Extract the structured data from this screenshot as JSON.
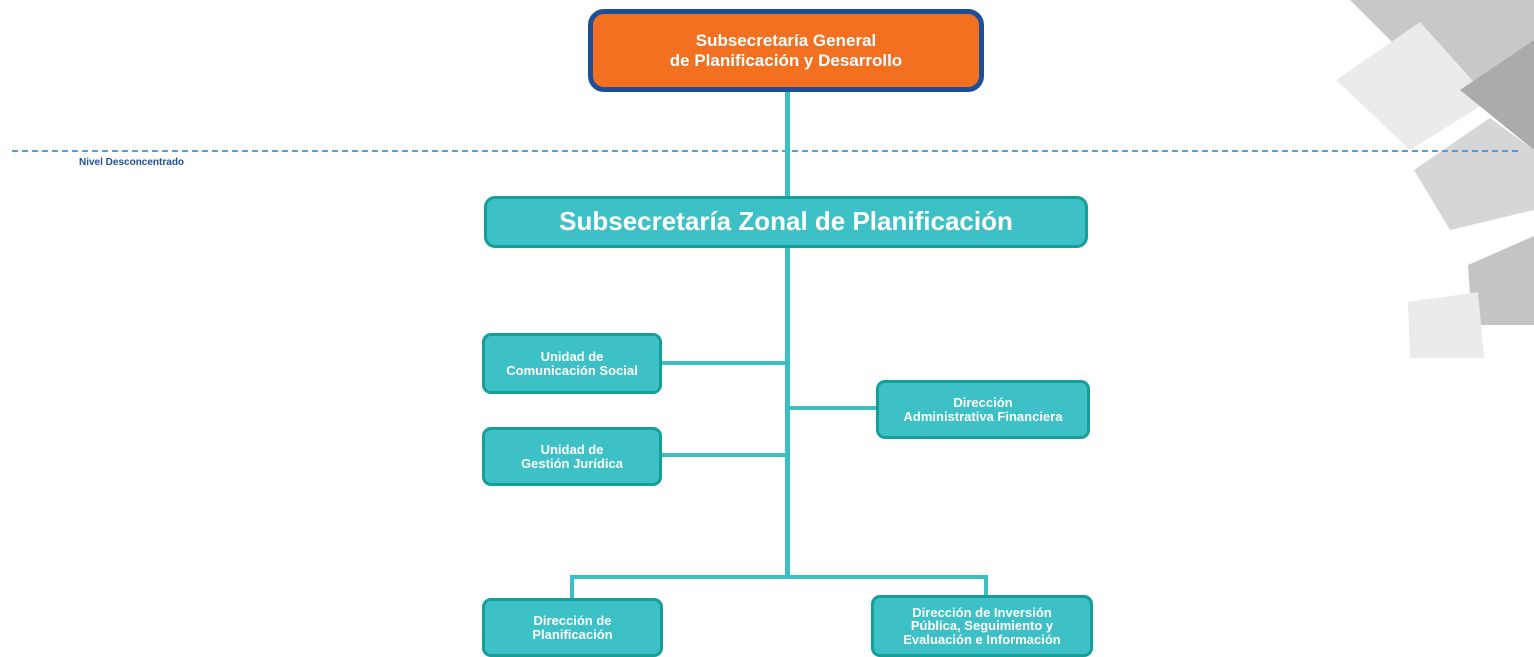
{
  "level_label": "Nivel Desconcentrado",
  "colors": {
    "top_fill": "#f37021",
    "top_border": "#1d4f96",
    "node_fill": "#3ec1c6",
    "node_border": "#169e9b",
    "connector": "#3cbfc2",
    "dashed_line": "#5b9bd5",
    "level_label": "#1f4e9a"
  },
  "nodes": {
    "top": "Subsecretaría General\nde Planificación y Desarrollo",
    "zonal": "Subsecretaría Zonal de Planificación",
    "comunicacion": "Unidad de\nComunicación Social",
    "juridica": "Unidad de\nGestión Jurídica",
    "administrativa": "Dirección\nAdministrativa Financiera",
    "planificacion": "Dirección de\nPlanificación",
    "inversion": "Dirección de Inversión\nPública, Seguimiento y\nEvaluación e Información"
  }
}
